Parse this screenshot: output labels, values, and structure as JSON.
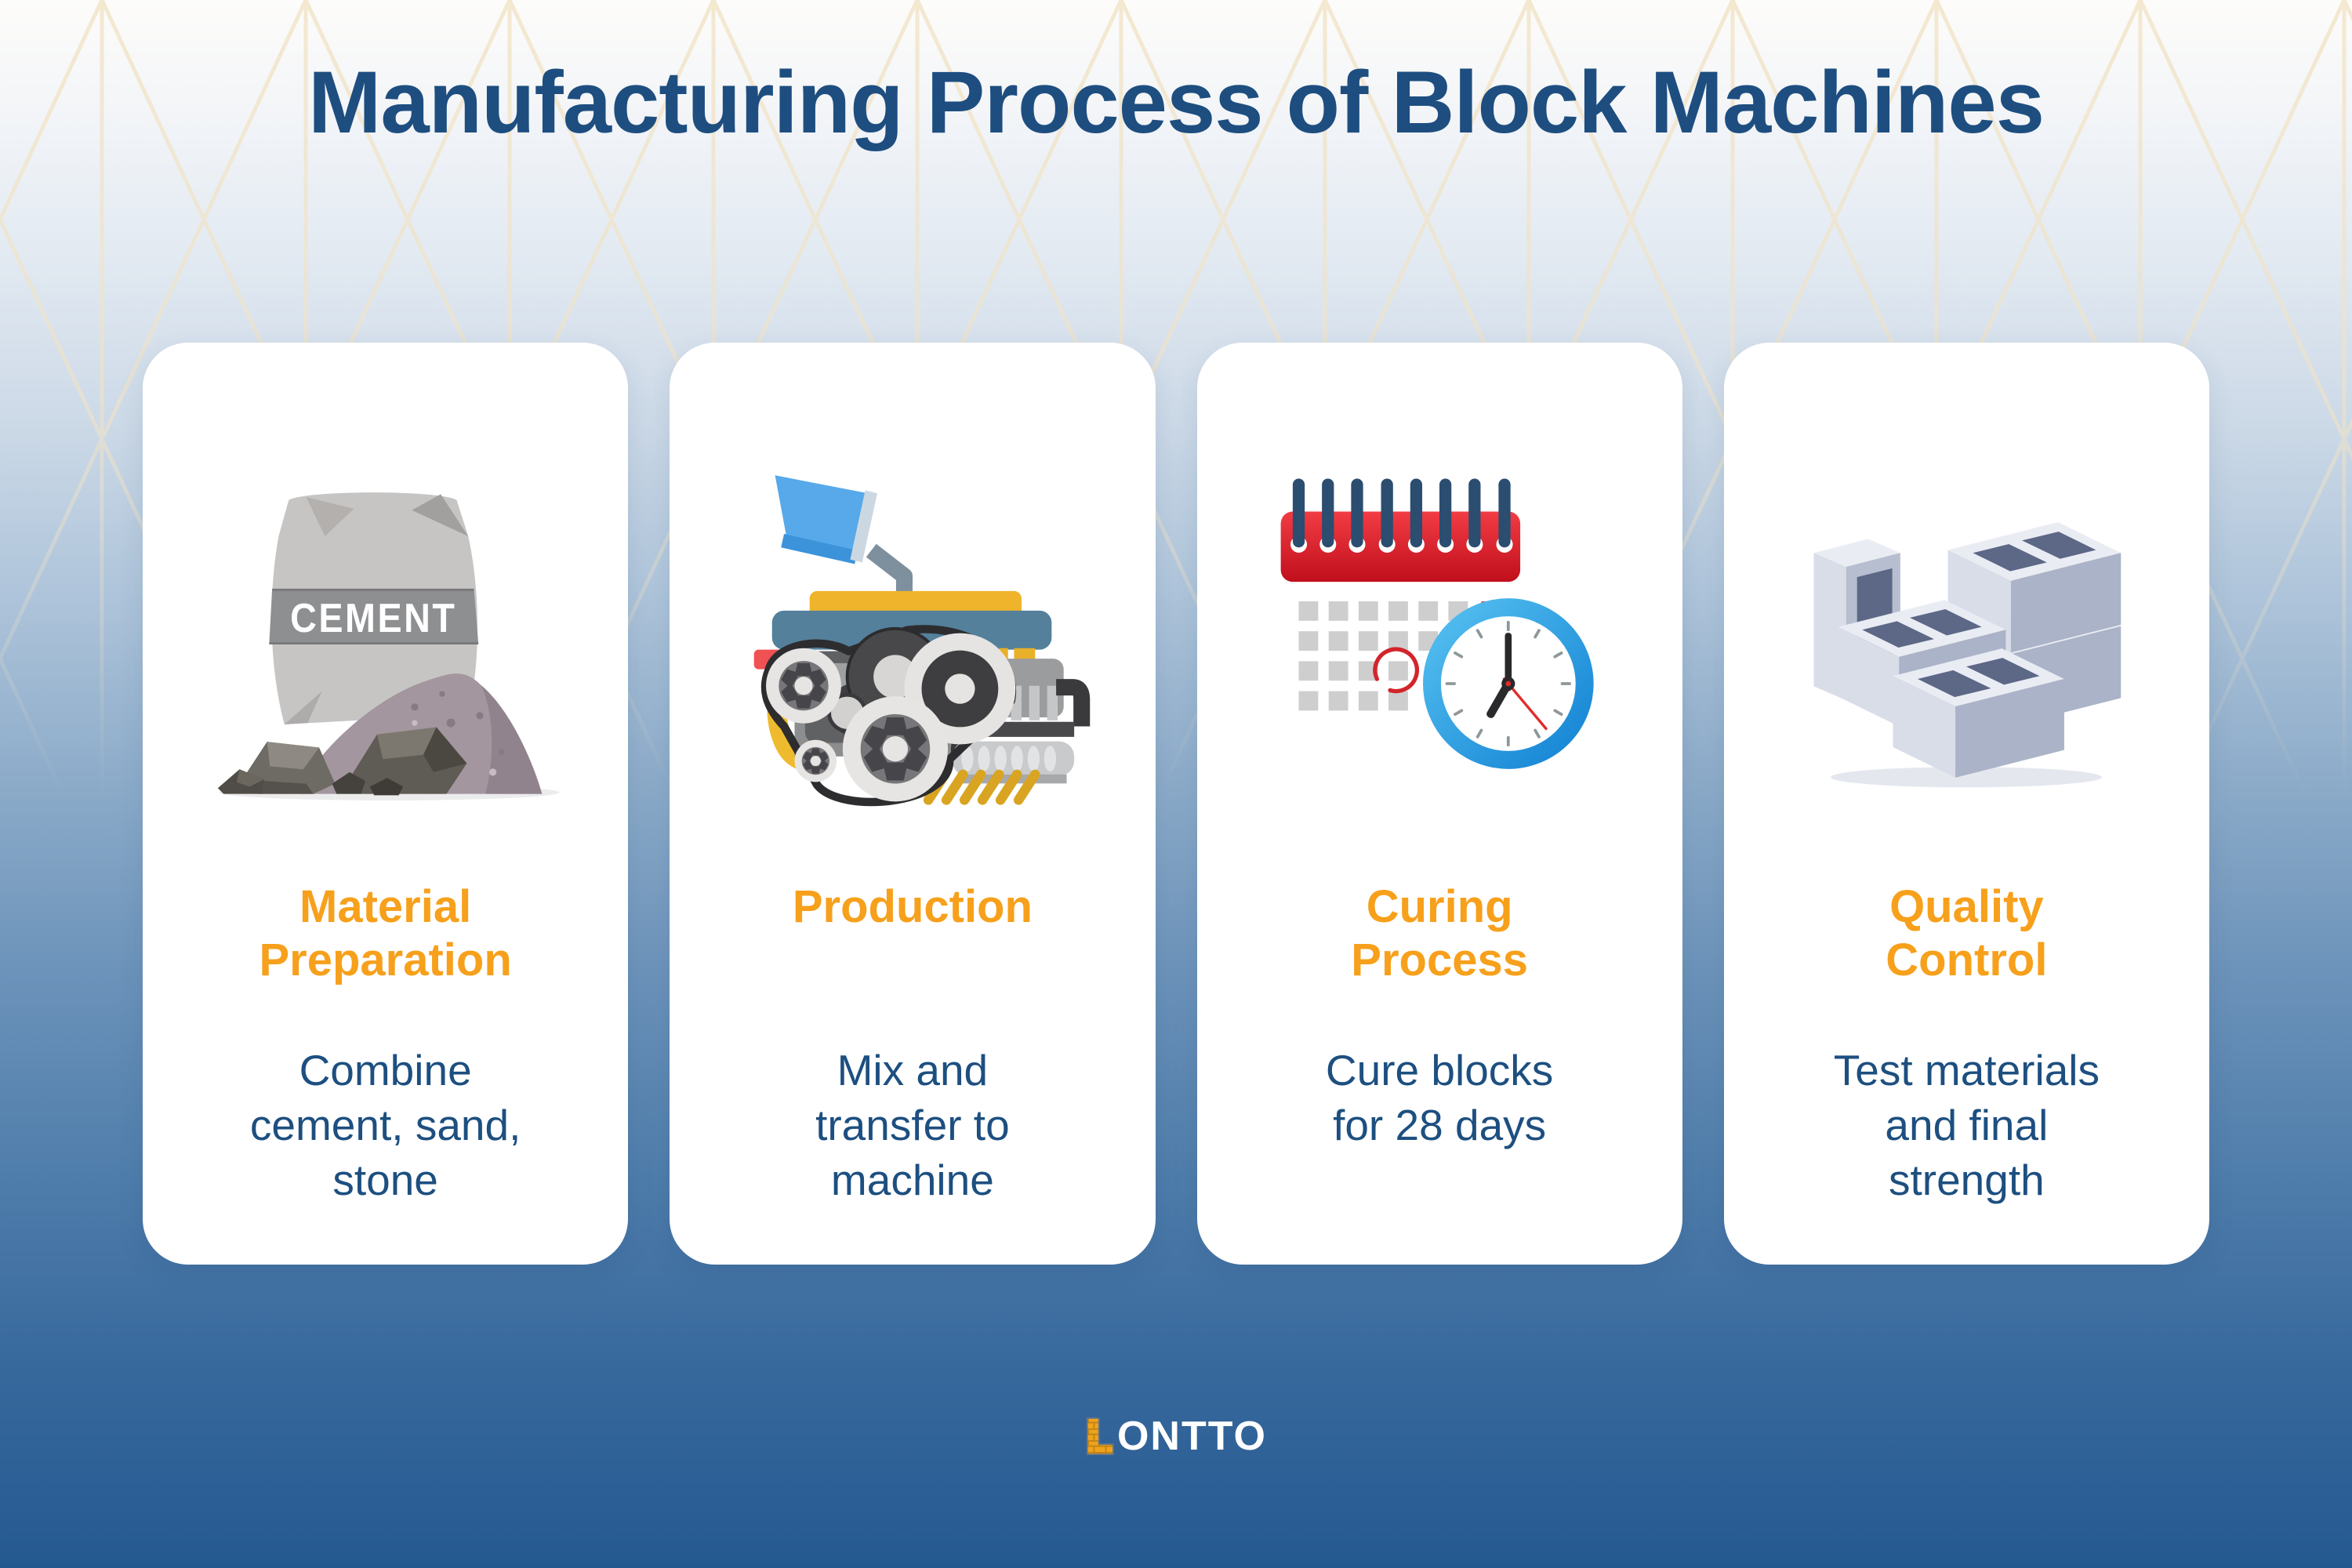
{
  "title": "Manufacturing Process of Block Machines",
  "colors": {
    "title_blue": "#1e4e80",
    "body_blue": "#1d4f80",
    "accent_orange": "#f7a01b",
    "card_bg": "#ffffff",
    "bg_top": "#fdfcfa",
    "bg_bottom": "#245990",
    "pattern_line": "#f1e3c6",
    "calendar_red": "#d91a26",
    "clock_blue": "#1a9ae0",
    "logo_brick_orange": "#f0a21c",
    "logo_text_white": "#ffffff"
  },
  "cards": [
    {
      "id": "material-preparation",
      "icon": "cement-bag-and-aggregates-icon",
      "icon_label": "CEMENT",
      "title_lines": [
        "Material",
        "Preparation"
      ],
      "desc_lines": [
        "Combine",
        "cement, sand,",
        "stone"
      ]
    },
    {
      "id": "production",
      "icon": "mixer-engine-icon",
      "title_lines": [
        "Production"
      ],
      "desc_lines": [
        "Mix and",
        "transfer to",
        "machine"
      ]
    },
    {
      "id": "curing-process",
      "icon": "calendar-clock-icon",
      "title_lines": [
        "Curing",
        "Process"
      ],
      "desc_lines": [
        "Cure blocks",
        "for 28 days"
      ]
    },
    {
      "id": "quality-control",
      "icon": "concrete-blocks-icon",
      "title_lines": [
        "Quality",
        "Control"
      ],
      "desc_lines": [
        "Test materials",
        "and final",
        "strength"
      ]
    }
  ],
  "logo": {
    "brick_letter": "L",
    "text": "ONTTO"
  }
}
